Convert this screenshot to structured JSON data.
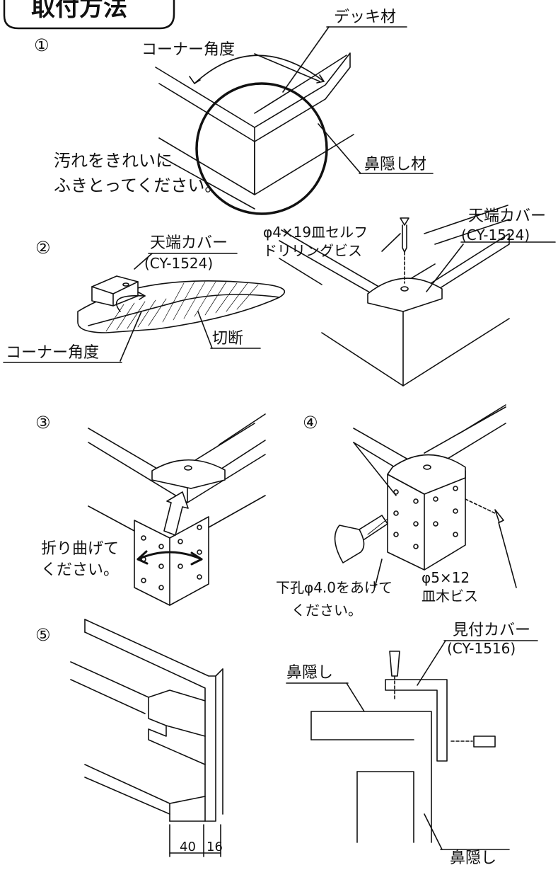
{
  "title": "取付方法",
  "steps": [
    "①",
    "②",
    "③",
    "④",
    "⑤"
  ],
  "step1": {
    "deck": "デッキ材",
    "corner_angle": "コーナー角度",
    "note_line1": "汚れをきれいに",
    "note_line2": "ふきとってください。",
    "nose": "鼻隠し材"
  },
  "step2": {
    "cap_name": "天端カバー",
    "cap_code": "(CY-1524)",
    "cut": "切断",
    "corner_angle": "コーナー角度",
    "screw_line1": "φ4×19皿セルフ",
    "screw_line2": "ドリリングビス",
    "cap_name_right": "天端カバー",
    "cap_code_right": "(CY-1524)"
  },
  "step3": {
    "bend_line1": "折り曲げて",
    "bend_line2": "ください。"
  },
  "step4": {
    "pilot_line1": "下孔φ4.0をあけて",
    "pilot_line2": "ください。",
    "screw_size": "φ5×12",
    "screw_name": "皿木ビス"
  },
  "step5": {
    "front_cover": "見付カバー",
    "front_cover_code": "(CY-1516)",
    "nose_top": "鼻隠し",
    "nose_bottom": "鼻隠し",
    "dim_40": "40",
    "dim_16": "16"
  }
}
